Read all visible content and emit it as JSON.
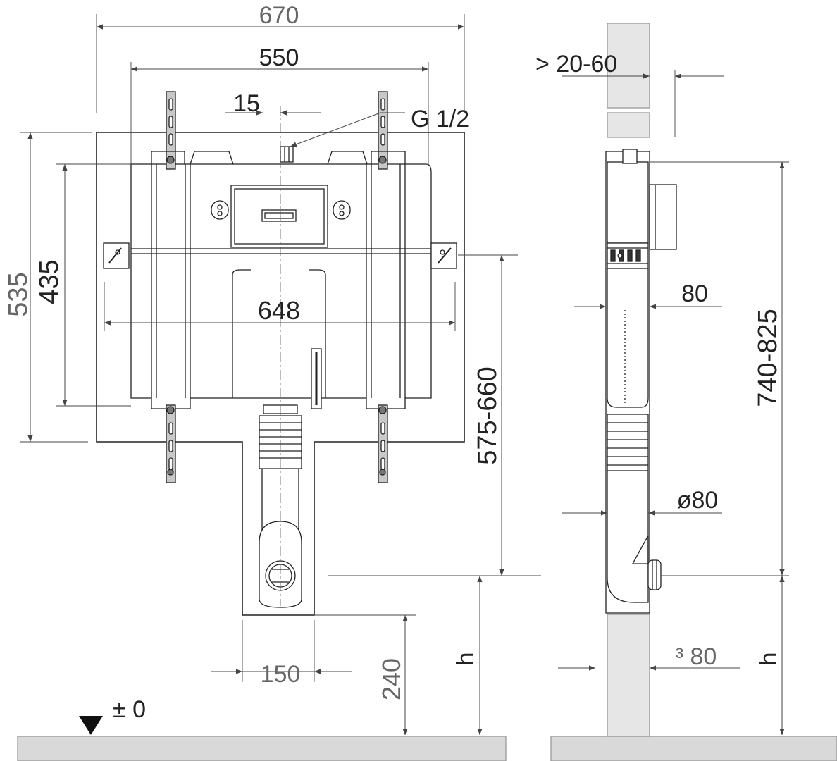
{
  "front_view": {
    "dim_overall_width": "670",
    "dim_frame_width": "550",
    "dim_offset": "15",
    "dim_thread": "G 1/2",
    "dim_overall_height": "535",
    "dim_tank_height": "435",
    "dim_tank_width": "648",
    "dim_outlet_range": "575-660",
    "dim_outlet_width": "150",
    "dim_outlet_height": "240",
    "dim_h": "h",
    "floor_level": "± 0"
  },
  "side_view": {
    "dim_wall_gap": "> 20-60",
    "dim_depth": "80",
    "dim_total_range": "740-825",
    "dim_pipe": "ø80",
    "dim_min_wall": "³ 80",
    "dim_h": "h"
  },
  "colors": {
    "line": "#222222",
    "wall_fill": "#e6e6e6",
    "floor_fill": "#d9d9d9",
    "bracket_fill": "#c8c8c8",
    "dim_gray": "#666666"
  }
}
